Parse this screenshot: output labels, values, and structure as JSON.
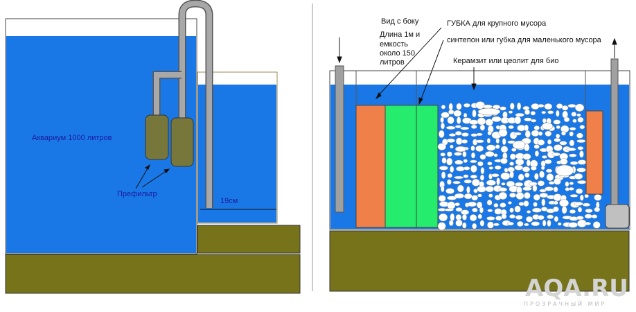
{
  "left_diagram": {
    "aquarium_label": "Аквариум 1000 литров",
    "prefilter_label": "Префильтр",
    "width_label": "19см"
  },
  "right_diagram": {
    "side_view_label": "Вид с боку",
    "dimensions_label": [
      "Длина 1м и",
      "емкость",
      "около 150",
      "литров"
    ],
    "coarse_sponge_label": "ГУБКА для крупного мусора",
    "fine_sponge_label": "синтепон или губка для маленького мусора",
    "bio_media_label": "Керамзит или цеолит для био"
  },
  "watermark": {
    "brand": "AQA.RU",
    "tagline": "ПРОЗРАЧНЫЙ МИР"
  },
  "colors": {
    "water": "#1a78e6",
    "base": "#77731a",
    "prefilter": "#77773c",
    "pipe": "#9e9e9e",
    "coarse_sponge": "#f0804a",
    "fine_sponge": "#25ec6d",
    "bio_media": "#ffffff",
    "label_text": "#1a1aa0"
  }
}
